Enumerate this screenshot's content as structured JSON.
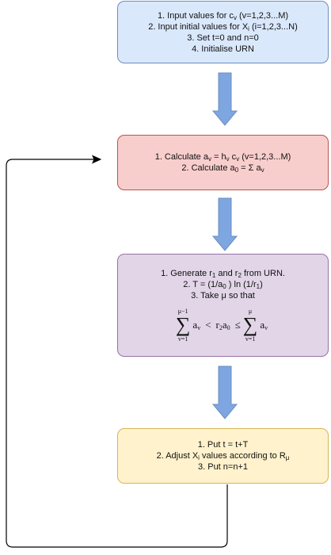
{
  "colors": {
    "box1_fill": "#dae8fc",
    "box1_border": "#6c8ebf",
    "box2_fill": "#f8cecc",
    "box2_border": "#b85450",
    "box3_fill": "#e1d5e7",
    "box3_border": "#9673a6",
    "box4_fill": "#fff2cc",
    "box4_border": "#d6b656",
    "arrow": "#7ea6e0",
    "loop_line": "#000000"
  },
  "box1": {
    "l1": {
      "pre": "1. Input values for c",
      "sub": "v",
      "post": " (v=1,2,3...M)"
    },
    "l2": {
      "pre": "2. Input initial values for X",
      "sub": "i",
      "post": " (i=1,2,3...N)"
    },
    "l3": "3. Set t=0 and n=0",
    "l4": "4. Initialise URN"
  },
  "box2": {
    "l1": {
      "pre": "1.  Calculate a",
      "sub1": "v",
      "mid": " = h",
      "sub2": "v",
      "mid2": " c",
      "sub3": "v",
      "post": " (v=1,2,3...M)"
    },
    "l2": {
      "pre": "2. Calculate a",
      "sub1": "0",
      "mid": " = Σ a",
      "sub2": "v"
    }
  },
  "box3": {
    "l1": {
      "pre": "1.  Generate r",
      "sub1": "1",
      "mid": " and r",
      "sub2": "2",
      "post": " from URN."
    },
    "l2": {
      "pre": "2. T = (1/a",
      "sub1": "0",
      "mid": " ) ln (1/r",
      "sub2": "1",
      "post": ")"
    },
    "l3": "3. Take μ so that",
    "formula": {
      "sum1_upper": "μ−1",
      "sum1_lower": "v=1",
      "sum_symbol": "∑",
      "term1": "a",
      "term1_sub": "v",
      "rel1": "<",
      "mid": "r",
      "mid_sub": "2",
      "mid2": "a",
      "mid2_sub": "0",
      "rel2": "≤",
      "sum2_upper": "μ",
      "sum2_lower": "v=1",
      "term2": "a",
      "term2_sub": "v"
    }
  },
  "box4": {
    "l1": "1. Put t = t+T",
    "l2": {
      "pre": "2. Adjust X",
      "sub1": "i",
      "mid": " values according to R",
      "sub2": "μ"
    },
    "l3": "3. Put n=n+1"
  }
}
